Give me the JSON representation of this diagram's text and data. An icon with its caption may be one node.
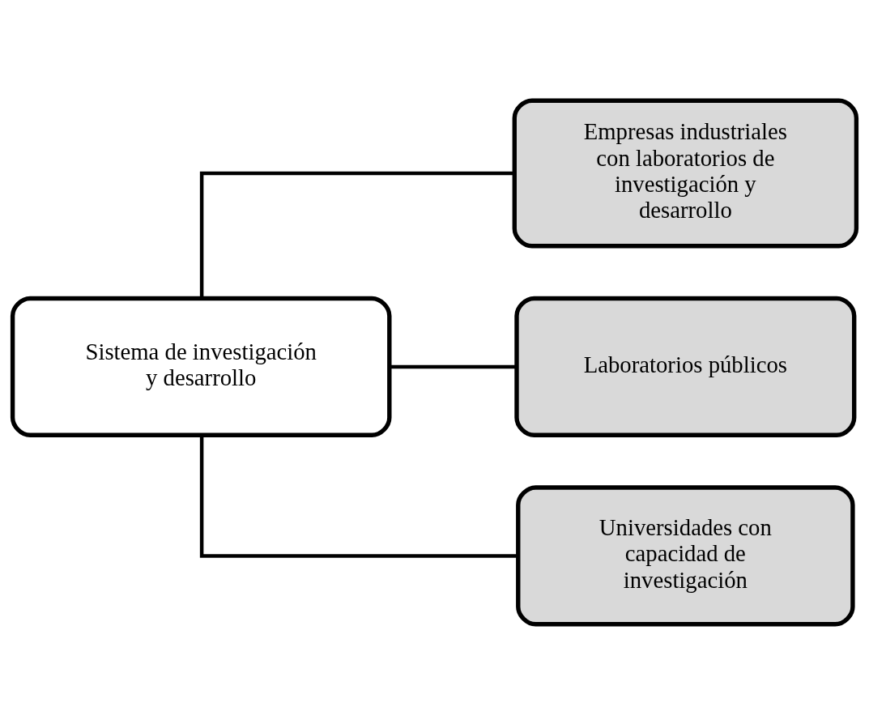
{
  "diagram": {
    "nodes": [
      {
        "text": [
          "Sistema de investigación y desarrollo"
        ]
      },
      {
        "text": [
          "Empresas industriales con laboratorios de investigación y desarrollo"
        ]
      },
      {
        "text": [
          "Laboratorios públicos"
        ]
      },
      {
        "text": [
          "Universidades con capacidad de investigación"
        ]
      }
    ],
    "edges": [
      {
        "from": 0,
        "to": 1,
        "arrow": "none"
      },
      {
        "from": 0,
        "to": 2,
        "arrow": "none"
      },
      {
        "from": 0,
        "to": 3,
        "arrow": "none"
      }
    ]
  }
}
